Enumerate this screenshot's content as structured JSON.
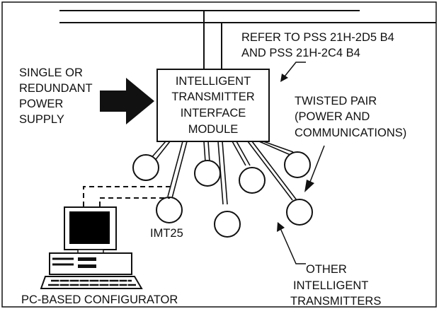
{
  "labels": {
    "refer_line1": "REFER TO PSS 21H-2D5 B4",
    "refer_line2": "AND PSS  21H-2C4 B4",
    "supply_line1": "SINGLE OR",
    "supply_line2": "REDUNDANT",
    "supply_line3": "POWER",
    "supply_line4": "SUPPLY",
    "module_line1": "INTELLIGENT",
    "module_line2": "TRANSMITTER",
    "module_line3": "INTERFACE",
    "module_line4": "MODULE",
    "twisted_line1": "TWISTED PAIR",
    "twisted_line2": "(POWER AND",
    "twisted_line3": "COMMUNICATIONS)",
    "imt25": "IMT25",
    "configurator": "PC-BASED CONFIGURATOR",
    "other_line1": "OTHER",
    "other_line2": "INTELLIGENT",
    "other_line3": "TRANSMITTERS"
  },
  "colors": {
    "line": "#111111",
    "screen": "#000000",
    "background": "#ffffff"
  }
}
